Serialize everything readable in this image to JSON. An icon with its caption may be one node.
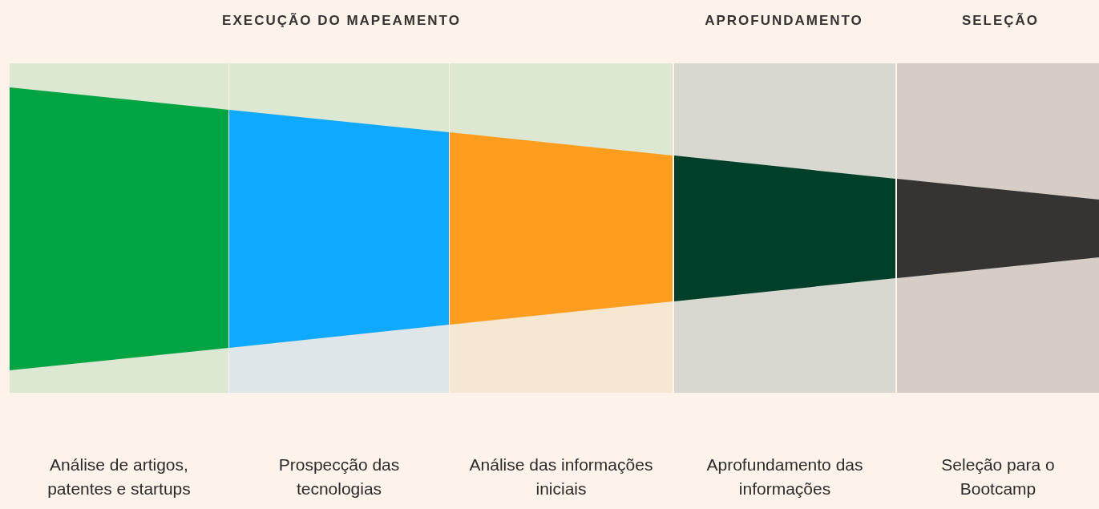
{
  "diagram": {
    "nodes": [
      {
        "text": [
          "Análise de artigos, patentes e startups"
        ]
      },
      {
        "text": [
          "Prospecção das tecnologias"
        ]
      },
      {
        "text": [
          "Análise das informações iniciais"
        ]
      },
      {
        "text": [
          "Aprofundamento das informações"
        ]
      },
      {
        "text": [
          "Seleção para o Bootcamp"
        ]
      }
    ],
    "edges": [],
    "labels": [
      "EXECUÇÃO DO MAPEAMENTO",
      "APROFUNDAMENTO",
      "SELEÇÃO"
    ]
  }
}
